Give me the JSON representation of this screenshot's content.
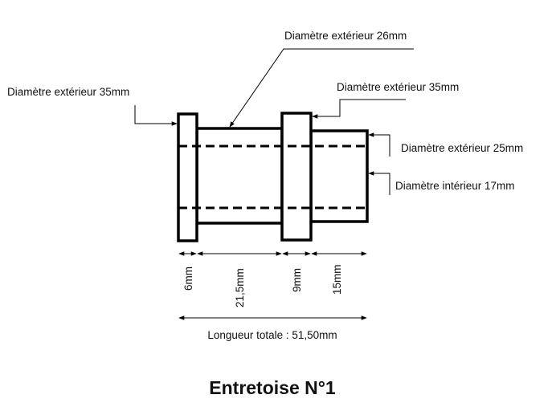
{
  "title": "Entretoise N°1",
  "labels": {
    "outer_35_left": "Diamètre extérieur 35mm",
    "outer_26": "Diamètre extérieur 26mm",
    "outer_35_right": "Diamètre extérieur 35mm",
    "outer_25": "Diamètre extérieur 25mm",
    "inner_17": "Diamètre intérieur 17mm"
  },
  "dimensions": {
    "seg1": "6mm",
    "seg2": "21,5mm",
    "seg3": "9mm",
    "seg4": "15mm",
    "total": "Longueur totale : 51,50mm"
  }
}
